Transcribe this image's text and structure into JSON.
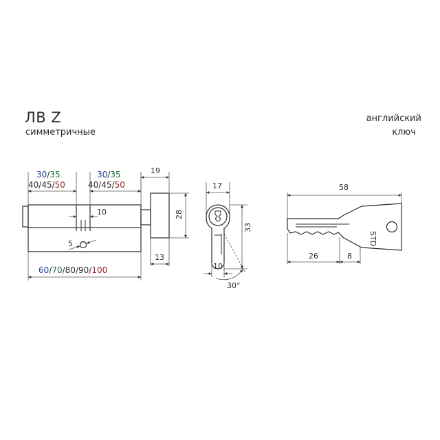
{
  "header": {
    "model": "ЛВ Z",
    "type": "симметричные",
    "key_type_line1": "английский",
    "key_type_line2": "ключ"
  },
  "cylinder_side": {
    "top_row1": [
      {
        "text": "30",
        "color": "#1b3f9a"
      },
      {
        "text": "/",
        "color": "#2a2a2a"
      },
      {
        "text": "35",
        "color": "#1d6b35"
      }
    ],
    "top_row2": [
      {
        "text": "40",
        "color": "#2a2a2a"
      },
      {
        "text": "/",
        "color": "#2a2a2a"
      },
      {
        "text": "45",
        "color": "#2a2a2a"
      },
      {
        "text": "/",
        "color": "#2a2a2a"
      },
      {
        "text": "50",
        "color": "#9a1e1e"
      }
    ],
    "knob_width": "19",
    "height": "28",
    "cam_gap": "10",
    "screw": "5",
    "knob_offset": "13",
    "lengths": [
      {
        "text": "60",
        "color": "#1b3f9a"
      },
      {
        "text": "/",
        "color": "#2a2a2a"
      },
      {
        "text": "70",
        "color": "#1d6b35"
      },
      {
        "text": "/",
        "color": "#2a2a2a"
      },
      {
        "text": "80",
        "color": "#2a2a2a"
      },
      {
        "text": "/",
        "color": "#2a2a2a"
      },
      {
        "text": "90",
        "color": "#2a2a2a"
      },
      {
        "text": "/",
        "color": "#2a2a2a"
      },
      {
        "text": "100",
        "color": "#9a1e1e"
      }
    ]
  },
  "cylinder_front": {
    "width": "17",
    "height": "33",
    "bottom": "10",
    "angle": "30°"
  },
  "key": {
    "length": "58",
    "blade": "26",
    "shoulder": "8",
    "brand": "STD"
  }
}
